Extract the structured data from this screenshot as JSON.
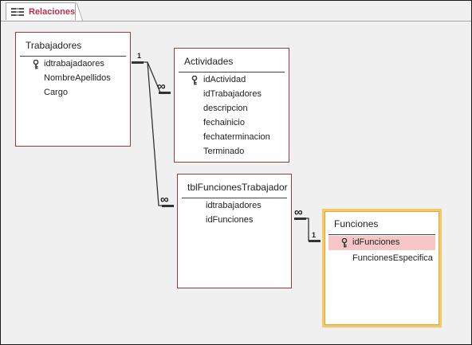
{
  "tab": {
    "label": "Relaciones",
    "icon": "relationships-icon"
  },
  "tables": [
    {
      "id": "trabajadores",
      "title": "Trabajadores",
      "fields": [
        "idtrabajadaores",
        "NombreApellidos",
        "Cargo"
      ],
      "key_field": "idtrabajadaores"
    },
    {
      "id": "actividades",
      "title": "Actividades",
      "fields": [
        "idActividad",
        "idTrabajadores",
        "descripcion",
        "fechainicio",
        "fechaterminacion",
        "Terminado"
      ],
      "key_field": "idActividad"
    },
    {
      "id": "tblfunciones",
      "title": "tblFuncionesTrabajador",
      "fields": [
        "idtrabajadores",
        "idFunciones"
      ],
      "key_field": ""
    },
    {
      "id": "funciones",
      "title": "Funciones",
      "fields": [
        "idFunciones",
        "FuncionesEspecifica"
      ],
      "key_field": "idFunciones",
      "selected": true,
      "highlighted_field": "idFunciones"
    }
  ],
  "relationships": [
    {
      "one_label": "1",
      "many_label": "∞"
    },
    {
      "one_label": "",
      "many_label": "∞"
    },
    {
      "one_label": "1",
      "many_label": "∞"
    }
  ],
  "colors": {
    "tab_text": "#b5314a",
    "table_border": "#9d3a3a",
    "selected_border": "#f5c96a",
    "highlight": "#f7c6c6"
  }
}
